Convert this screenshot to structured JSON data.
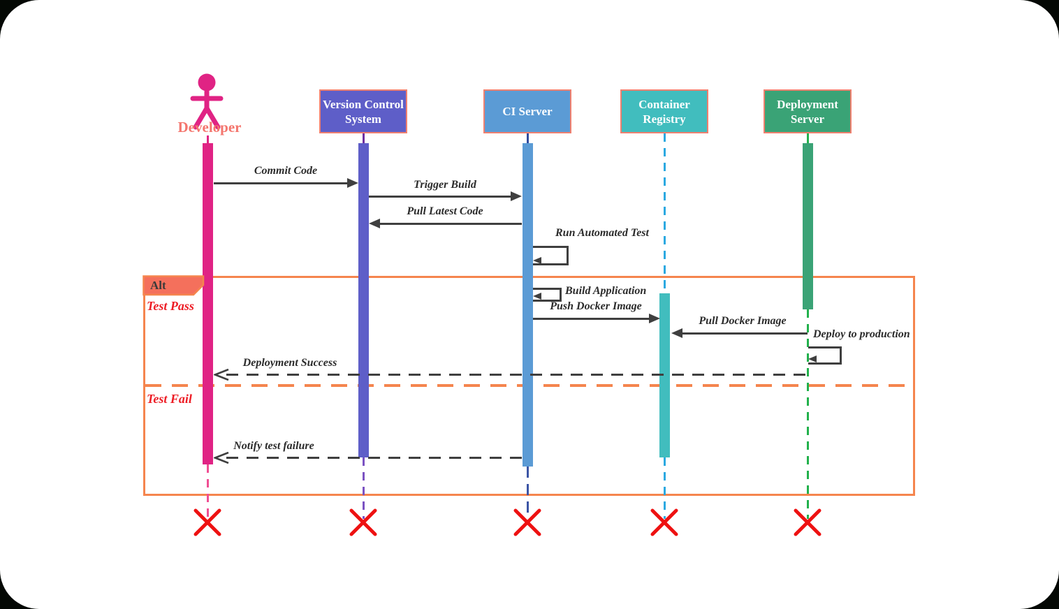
{
  "diagram_type": "uml-sequence",
  "participants": [
    {
      "label": "Developer",
      "type": "actor",
      "color": "#E02384",
      "lifeline_color": "#F04E93"
    },
    {
      "label": "Version Control\nSystem",
      "type": "box",
      "color": "#5E5EC8",
      "lifeline_color": "#7B52C2"
    },
    {
      "label": "CI Server",
      "type": "box",
      "color": "#5B9BD5",
      "lifeline_color": "#3C55A5"
    },
    {
      "label": "Container\nRegistry",
      "type": "box",
      "color": "#41BDBE",
      "lifeline_color": "#2BA9E1"
    },
    {
      "label": "Deployment\nServer",
      "type": "box",
      "color": "#3AA376",
      "lifeline_color": "#22B14C"
    }
  ],
  "frame": {
    "operator": "Alt",
    "branches": [
      {
        "label": "Test Pass"
      },
      {
        "label": "Test Fail"
      }
    ],
    "border_color": "#F5854E",
    "tab_fill": "#F4705C",
    "branch_label_color": "#ED1C24"
  },
  "messages": [
    {
      "label": "Commit Code",
      "from": "Developer",
      "to": "Version Control System",
      "style": "solid"
    },
    {
      "label": "Trigger Build",
      "from": "Version Control System",
      "to": "CI Server",
      "style": "solid"
    },
    {
      "label": "Pull Latest Code",
      "from": "CI Server",
      "to": "Version Control System",
      "style": "solid"
    },
    {
      "label": "Run Automated Test",
      "from": "CI Server",
      "to": "CI Server",
      "style": "self"
    },
    {
      "label": "Build Application",
      "from": "CI Server",
      "to": "CI Server",
      "style": "self"
    },
    {
      "label": "Push Docker Image",
      "from": "CI Server",
      "to": "Container Registry",
      "style": "solid"
    },
    {
      "label": "Pull Docker Image",
      "from": "Deployment Server",
      "to": "Container Registry",
      "style": "solid"
    },
    {
      "label": "Deploy to production",
      "from": "Deployment Server",
      "to": "Deployment Server",
      "style": "self"
    },
    {
      "label": "Deployment Success",
      "from": "Deployment Server",
      "to": "Developer",
      "style": "dashed-return"
    },
    {
      "label": "Notify test failure",
      "from": "CI Server",
      "to": "Developer",
      "style": "dashed-return"
    }
  ],
  "colors": {
    "arrow": "#3F3F3F",
    "box_border": "#F0806F",
    "frame_orange": "#F5854E",
    "destroy_x": "#EE1111",
    "developer_label": "#F4766E",
    "canvas_bg": "#FFFFFF",
    "outer_bg": "#040804"
  }
}
